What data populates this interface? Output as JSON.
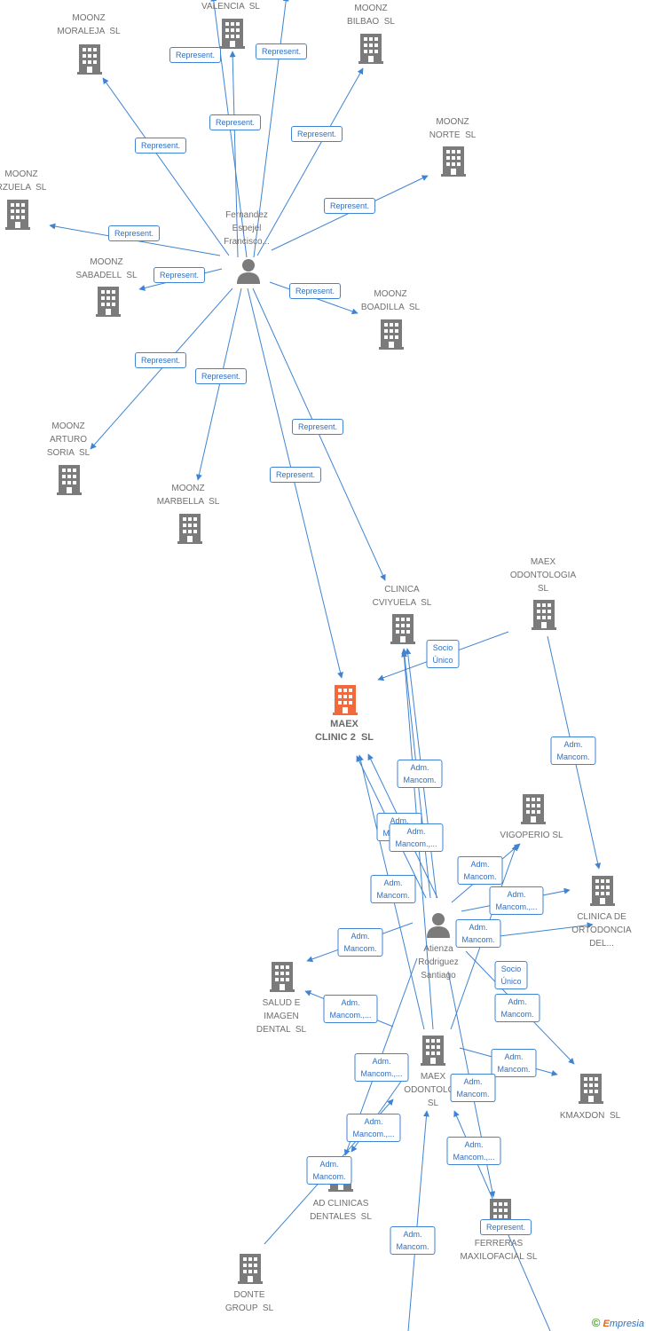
{
  "colors": {
    "edge": "#3f84d2",
    "building": "#7b7b7b",
    "focus_building": "#f26a3c",
    "person": "#7b7b7b",
    "label": "#6f6f6f",
    "tag_border": "#3f84d2",
    "tag_text": "#2f6fc1"
  },
  "nodes": [
    {
      "id": "valencia",
      "type": "company",
      "label": "VALENCIA  SL"
    },
    {
      "id": "moraleja",
      "type": "company",
      "label": "MOONZ\nMORALEJA  SL"
    },
    {
      "id": "bilbao",
      "type": "company",
      "label": "MOONZ\nBILBAO  SL"
    },
    {
      "id": "norte",
      "type": "company",
      "label": "MOONZ\nNORTE  SL"
    },
    {
      "id": "zuela",
      "type": "company",
      "label": "MOONZ\nRZUELA  SL"
    },
    {
      "id": "fernandez",
      "type": "person",
      "label": "Fernandez\nEspejel\nFrancisco..."
    },
    {
      "id": "sabadell",
      "type": "company",
      "label": "MOONZ\nSABADELL  SL"
    },
    {
      "id": "boadilla",
      "type": "company",
      "label": "MOONZ\nBOADILLA  SL"
    },
    {
      "id": "arturo",
      "type": "company",
      "label": "MOONZ\nARTURO\nSORIA  SL"
    },
    {
      "id": "marbella",
      "type": "company",
      "label": "MOONZ\nMARBELLA  SL"
    },
    {
      "id": "cviyuela",
      "type": "company",
      "label": "CLINICA\nCVIYUELA  SL"
    },
    {
      "id": "maexodo_top",
      "type": "company",
      "label": "MAEX\nODONTOLOGIA\nSL"
    },
    {
      "id": "maexclinic",
      "type": "focus",
      "label": "MAEX\nCLINIC 2  SL"
    },
    {
      "id": "vigoperio",
      "type": "company",
      "label": "VIGOPERIO SL"
    },
    {
      "id": "ortodoncia",
      "type": "company",
      "label": "CLINICA DE\nORTODONCIA\nDEL..."
    },
    {
      "id": "atienza",
      "type": "person",
      "label": "Atienza\nRodriguez\nSantiago"
    },
    {
      "id": "salud",
      "type": "company",
      "label": "SALUD E\nIMAGEN\nDENTAL  SL"
    },
    {
      "id": "maexodo_mid",
      "type": "company",
      "label": "MAEX\nODONTOLO...\nSL"
    },
    {
      "id": "kmaxdon",
      "type": "company",
      "label": "KMAXDON  SL"
    },
    {
      "id": "adclinicas",
      "type": "company",
      "label": "AD CLINICAS\nDENTALES  SL"
    },
    {
      "id": "ferreras",
      "type": "company",
      "label": "FERRERAS\nMAXILOFACIAL SL"
    },
    {
      "id": "donte",
      "type": "company",
      "label": "DONTE\nGROUP  SL"
    }
  ],
  "tags": [
    {
      "text": "Represent."
    },
    {
      "text": "Represent."
    },
    {
      "text": "Represent."
    },
    {
      "text": "Represent."
    },
    {
      "text": "Represent."
    },
    {
      "text": "Represent."
    },
    {
      "text": "Represent."
    },
    {
      "text": "Represent."
    },
    {
      "text": "Represent."
    },
    {
      "text": "Represent."
    },
    {
      "text": "Represent."
    },
    {
      "text": "Represent."
    },
    {
      "text": "Represent."
    },
    {
      "text": "Socio\nÚnico"
    },
    {
      "text": "Adm.\nMancom."
    },
    {
      "text": "Adm.\nMancom."
    },
    {
      "text": "Adm.\nMancom."
    },
    {
      "text": "Adm.\nMancom.,..."
    },
    {
      "text": "Adm.\nMancom."
    },
    {
      "text": "Adm.\nMancom."
    },
    {
      "text": "Adm.\nMancom."
    },
    {
      "text": "Adm.\nMancom.,..."
    },
    {
      "text": "Adm.\nMancom."
    },
    {
      "text": "Socio\nÚnico"
    },
    {
      "text": "Adm.\nMancom.,..."
    },
    {
      "text": "Adm.\nMancom."
    },
    {
      "text": "Adm.\nMancom.,..."
    },
    {
      "text": "Adm.\nMancom."
    },
    {
      "text": "Adm.\nMancom."
    },
    {
      "text": "Adm.\nMancom.,..."
    },
    {
      "text": "Adm.\nMancom."
    },
    {
      "text": "Adm.\nMancom.,..."
    },
    {
      "text": "Adm.\nMancom."
    },
    {
      "text": "Represent."
    },
    {
      "text": "Adm.\nMancom."
    }
  ],
  "credit": {
    "symbol": "©",
    "brand_initial": "E",
    "brand_rest": "mpresia"
  }
}
